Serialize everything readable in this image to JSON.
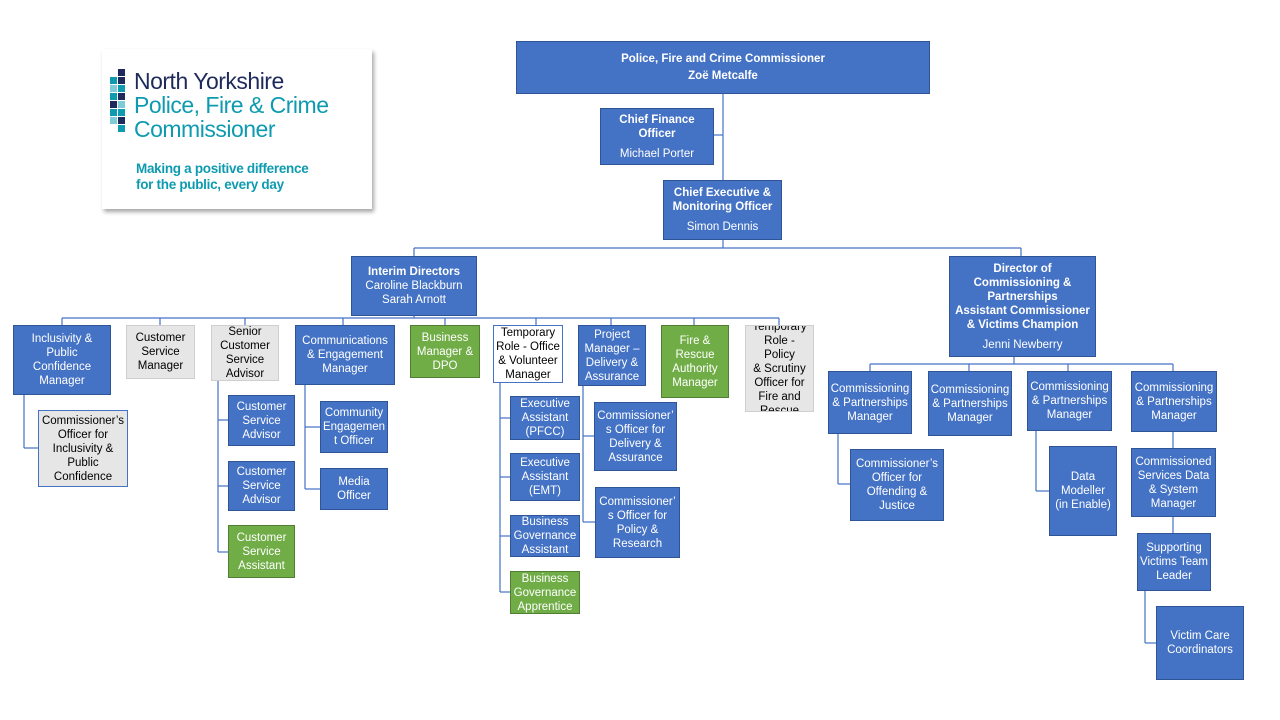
{
  "logo": {
    "line1": "North Yorkshire",
    "line2": "Police, Fire & Crime",
    "line3": "Commissioner",
    "tagline1": "Making a positive difference",
    "tagline2": "for the public, every day",
    "colors": {
      "navy": "#1f2a5c",
      "teal": "#0e9bb0",
      "light_teal": "#7fcbd6"
    }
  },
  "chart": {
    "pfcc": {
      "title": "Police,  Fire and Crime Commissioner",
      "name": "Zoë Metcalfe"
    },
    "cfo": {
      "title1": "Chief Finance",
      "title2": "Officer",
      "name": "Michael Porter"
    },
    "ceo": {
      "title1": "Chief Executive &",
      "title2": "Monitoring  Officer",
      "name": "Simon Dennis"
    },
    "interim": {
      "title": "Interim Directors",
      "name1": "Caroline Blackburn",
      "name2": "Sarah Arnott"
    },
    "dcp": {
      "l1": "Director of",
      "l2": "Commissioning &",
      "l3": "Partnerships",
      "l4": "Assistant Commissioner",
      "l5": "& Victims Champion",
      "name": "Jenni Newberry"
    },
    "inclusivity_mgr": {
      "l1": "Inclusivity &",
      "l2": "Public Confidence",
      "l3": "Manager"
    },
    "inclusivity_officer": {
      "l1": "Commissioner’s",
      "l2": "Officer for",
      "l3": "Inclusivity &",
      "l4": "Public",
      "l5": "Confidence"
    },
    "customer_mgr": {
      "l1": "Customer",
      "l2": "Service",
      "l3": "Manager"
    },
    "senior_csa": {
      "l1": "Senior",
      "l2": "Customer",
      "l3": "Service",
      "l4": "Advisor"
    },
    "csa1": {
      "l1": "Customer",
      "l2": "Service",
      "l3": "Advisor"
    },
    "csa2": {
      "l1": "Customer",
      "l2": "Service",
      "l3": "Advisor"
    },
    "cs_assistant": {
      "l1": "Customer",
      "l2": "Service",
      "l3": "Assistant"
    },
    "comms_mgr": {
      "l1": "Communications",
      "l2": "& Engagement",
      "l3": "Manager"
    },
    "community_officer": {
      "l1": "Community",
      "l2": "Engagemen",
      "l3": "t Officer"
    },
    "media_officer": {
      "l1": "Media",
      "l2": "Officer"
    },
    "business_mgr": {
      "l1": "Business",
      "l2": "Manager &",
      "l3": "DPO"
    },
    "temp_office": {
      "l1": "Temporary",
      "l2": "Role - Office",
      "l3": "& Volunteer",
      "l4": "Manager"
    },
    "ea_pfcc": {
      "l1": "Executive",
      "l2": "Assistant",
      "l3": "(PFCC)"
    },
    "ea_emt": {
      "l1": "Executive",
      "l2": "Assistant",
      "l3": "(EMT)"
    },
    "bga": {
      "l1": "Business",
      "l2": "Governance",
      "l3": "Assistant"
    },
    "bg_apprentice": {
      "l1": "Business",
      "l2": "Governance",
      "l3": "Apprentice"
    },
    "project_mgr": {
      "l1": "Project",
      "l2": "Manager –",
      "l3": "Delivery &",
      "l4": "Assurance"
    },
    "delivery_officer": {
      "l1": "Commissioner’",
      "l2": "s Officer for",
      "l3": "Delivery &",
      "l4": "Assurance"
    },
    "policy_officer": {
      "l1": "Commissioner’",
      "l2": "s Officer for",
      "l3": "Policy &",
      "l4": "Research"
    },
    "fire_mgr": {
      "l1": "Fire &",
      "l2": "Rescue",
      "l3": "Authority",
      "l4": "Manager"
    },
    "temp_policy": {
      "l1": "Temporary",
      "l2": "Role - Policy",
      "l3": "& Scrutiny",
      "l4": "Officer for",
      "l5": "Fire and",
      "l6": "Rescue"
    },
    "cpm1": {
      "l1": "Commissioning",
      "l2": "& Partnerships",
      "l3": "Manager"
    },
    "cpm2": {
      "l1": "Commissioning",
      "l2": "& Partnerships",
      "l3": "Manager"
    },
    "cpm3": {
      "l1": "Commissioning",
      "l2": "& Partnerships",
      "l3": "Manager"
    },
    "cpm4": {
      "l1": "Commissioning",
      "l2": "& Partnerships",
      "l3": "Manager"
    },
    "offending_officer": {
      "l1": "Commissioner’s",
      "l2": "Officer for",
      "l3": "Offending &",
      "l4": "Justice"
    },
    "data_modeller": {
      "l1": "Data",
      "l2": "Modeller",
      "l3": "(in Enable)"
    },
    "csdsm": {
      "l1": "Commissioned",
      "l2": "Services Data",
      "l3": "& System",
      "l4": "Manager"
    },
    "svtl": {
      "l1": "Supporting",
      "l2": "Victims Team",
      "l3": "Leader"
    },
    "vcc": {
      "l1": "Victim Care",
      "l2": "Coordinators"
    }
  }
}
